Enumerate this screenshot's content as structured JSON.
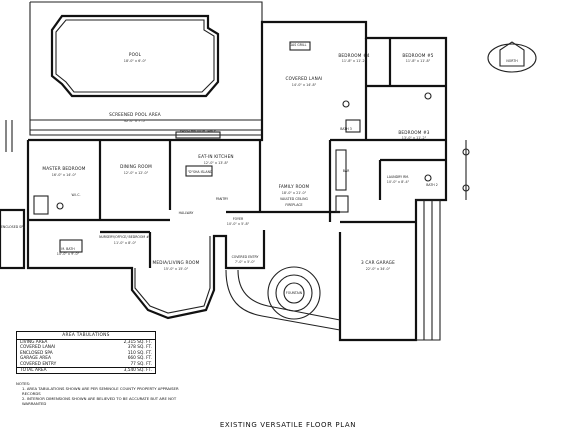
{
  "title": "EXISTING VERSATILE FLOOR PLAN",
  "north": "NORTH",
  "rooms": {
    "pool": "POOL",
    "pool_dim": "18'-0\" x 6'-0\"",
    "screened_pool": "SCREENED POOL AREA",
    "screened_pool_dim": "32'-0\" x 7'-5\"",
    "gas_grill": "GAS GRILL",
    "covered_lanai": "COVERED LANAI",
    "covered_lanai_dim": "14'-0\" x 14'-8\"",
    "bedroom4": "BEDROOM #4",
    "bedroom4_dim": "11'-8\" x 11'-2\"",
    "bedroom5": "BEDROOM #5",
    "bedroom5_dim": "11'-8\" x 11'-8\"",
    "bedroom3": "BEDROOM #3",
    "bedroom3_dim": "13'-0\" x 11'-2\"",
    "bath3": "BATH 3",
    "bath2": "BATH 2",
    "master_bedroom": "MASTER BEDROOM",
    "master_bedroom_dim": "16'-0\" x 14'-0\"",
    "dining": "DINING ROOM",
    "dining_dim": "12'-0\" x 12'-0\"",
    "eat_in_kitchen": "EAT-IN KITCHEN",
    "kitchen_dim": "12'-0\" x 13'-8\"",
    "island": "\"D\"SHA ISLAND",
    "pass_through": "PASS-THROUGH TABLE",
    "family_room": "FAMILY ROOM",
    "family_room_dim": "18'-0\" x 21'-0\"",
    "vaulted": "VAULTED CEILING",
    "fireplace": "FIREPLACE",
    "laundry": "LAUNDRY RM.",
    "laundry_dim": "10'-0\" x 8'-4\"",
    "enclosed_spa": "ENCLOSED SPA",
    "nursery": "NURSERY/OFFICE/ BEDROOM #2",
    "nursery_dim": "11'-0\" x 8'-0\"",
    "m_bath": "M. BATH",
    "m_bath_dim": "10'-0\" x 9'-0\"",
    "foyer": "FOYER",
    "foyer_dim": "10'-0\" x 5'-8\"",
    "media": "MEDIA/LIVING ROOM",
    "media_dim": "15'-0\" x 15'-0\"",
    "covered_entry": "COVERED ENTRY",
    "covered_entry_dim": "7'-0\" x 5'-0\"",
    "fountain": "FOUNTAIN",
    "garage": "3 CAR GARAGE",
    "garage_dim": "22'-0\" x 34'-0\"",
    "pantry": "PANTRY",
    "wic": "W.I.C.",
    "hall": "HALLWAY",
    "bar": "BAR"
  },
  "area_table": {
    "heading": "AREA TABULATIONS",
    "rows": [
      {
        "label": "LIVING AREA",
        "value": "2,315 SQ. FT."
      },
      {
        "label": "COVERED LANAI",
        "value": "378 SQ. FT."
      },
      {
        "label": "ENCLOSED SPA",
        "value": "110 SQ. FT."
      },
      {
        "label": "GARAGE AREA",
        "value": "660 SQ. FT."
      },
      {
        "label": "COVERED ENTRY",
        "value": "77 SQ. FT."
      }
    ],
    "total_label": "TOTAL AREA",
    "total_value": "3,540 SQ. FT."
  },
  "notes": {
    "heading": "NOTES:",
    "items": [
      "1. AREA TABULATIONS SHOWN ARE PER SEMINOLE COUNTY PROPERTY APPRAISER RECORDS",
      "2. INTERIOR DIMENSIONS SHOWN ARE BELIEVED TO BE ACCURATE BUT ARE NOT WARRANTED"
    ]
  }
}
